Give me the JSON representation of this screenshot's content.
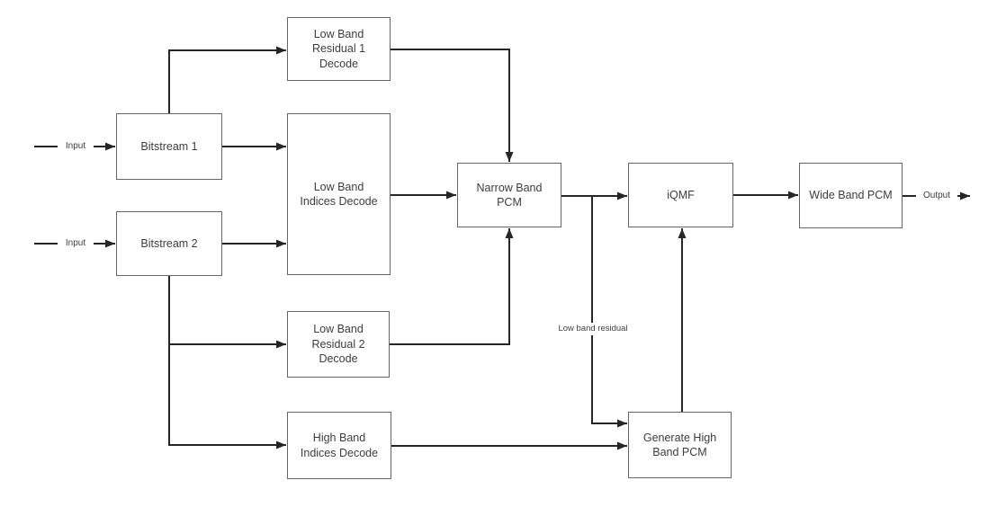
{
  "nodes": {
    "bitstream_1": "Bitstream 1",
    "bitstream_2": "Bitstream 2",
    "low_band_residual_1_decode": "Low Band\nResidual 1\nDecode",
    "low_band_indices_decode": "Low Band\nIndices Decode",
    "low_band_residual_2_decode": "Low Band\nResidual 2\nDecode",
    "high_band_indices_decode": "High Band\nIndices Decode",
    "narrow_band_pcm": "Narrow Band\nPCM",
    "iqmf": "iQMF",
    "wide_band_pcm": "Wide Band PCM",
    "generate_high_band_pcm": "Generate High\nBand PCM"
  },
  "wire_labels": {
    "input_1": "Input",
    "input_2": "Input",
    "output": "Output",
    "low_band_residual": "Low band residual"
  },
  "colors": {
    "box_border": "#666666",
    "connector": "#262626",
    "text": "#3d3d3d",
    "background": "#ffffff"
  }
}
